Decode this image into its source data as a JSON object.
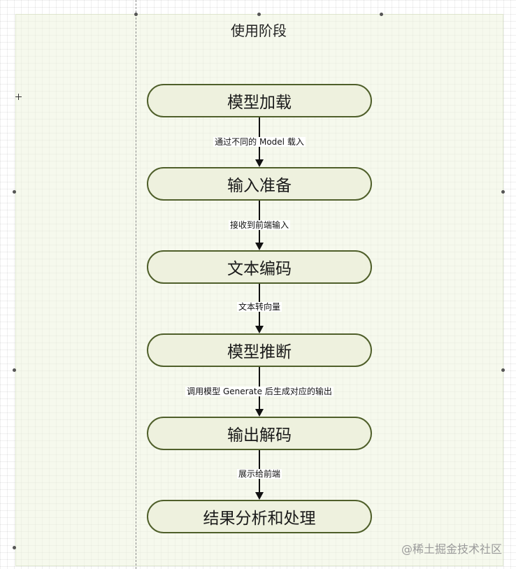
{
  "diagram": {
    "lane_title": "使用阶段",
    "nodes": [
      {
        "label": "模型加载"
      },
      {
        "label": "输入准备"
      },
      {
        "label": "文本编码"
      },
      {
        "label": "模型推断"
      },
      {
        "label": "输出解码"
      },
      {
        "label": "结果分析和处理"
      }
    ],
    "edges": [
      {
        "label": "通过不同的 Model 载入"
      },
      {
        "label": "接收到前端输入"
      },
      {
        "label": "文本转向量"
      },
      {
        "label": "调用模型 Generate 后生成对应的输出"
      },
      {
        "label": "展示给前端"
      }
    ],
    "colors": {
      "node_fill": "#eef1de",
      "node_border": "#4f5f2a",
      "lane_fill": "#eef4de",
      "edge": "#111111"
    }
  },
  "watermark": "@稀土掘金技术社区"
}
